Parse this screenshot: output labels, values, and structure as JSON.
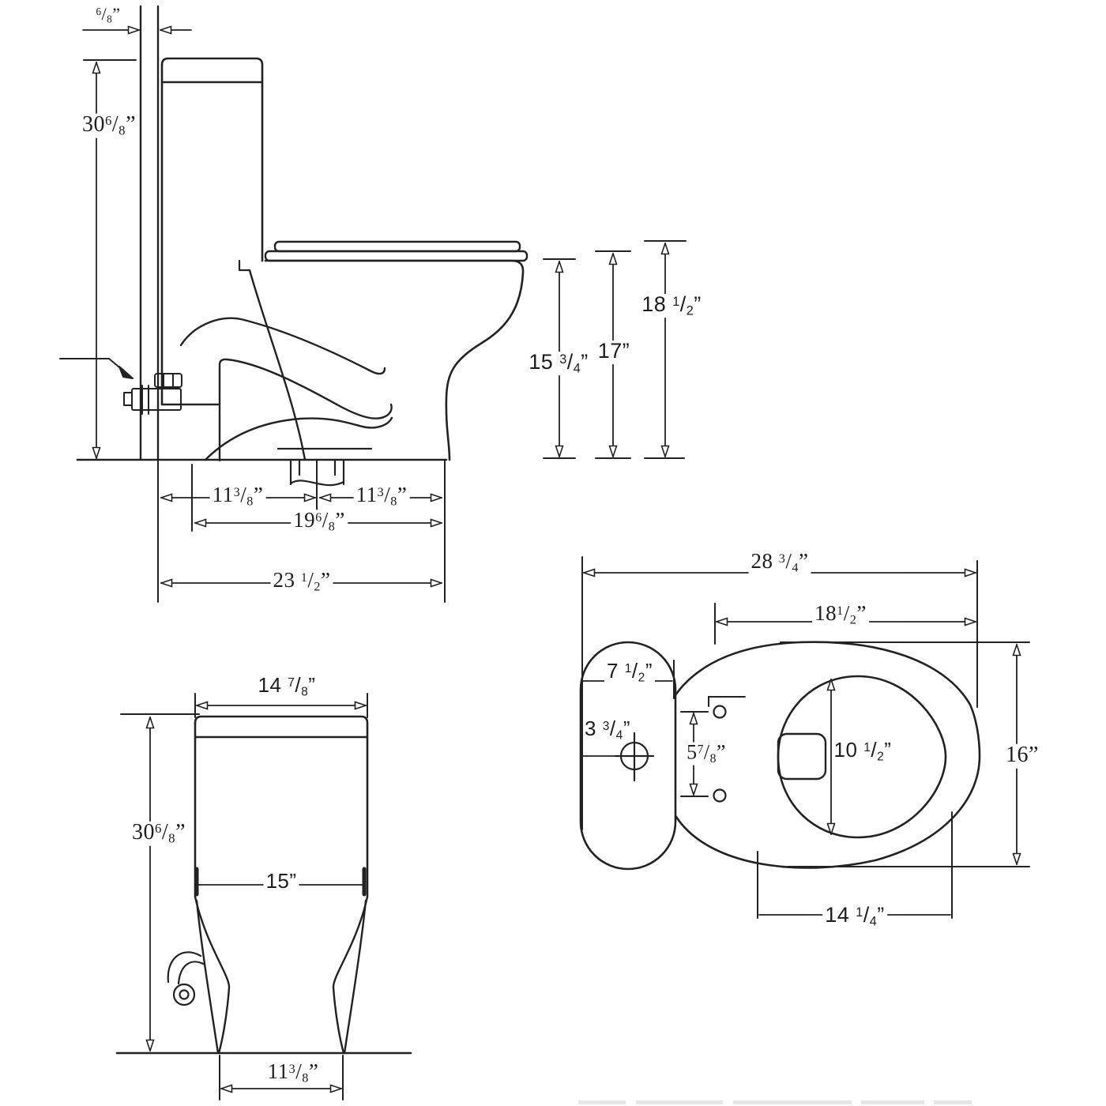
{
  "document": {
    "kind": "toilet dimension drawing",
    "views": [
      "side view",
      "front view",
      "top view"
    ],
    "line_color": "#1d1d1d",
    "background_color": "#ffffff"
  },
  "views": {
    "side_view": {
      "dims": {
        "wall_gap": {
          "pre": "",
          "sup": "6",
          "mid": "/",
          "sub": "8",
          "post": "”"
        },
        "overall_height": {
          "pre": "30",
          "sup": "6",
          "mid": "/",
          "sub": "8",
          "post": "”"
        },
        "bowl_rim_height": {
          "pre": "15 ",
          "sup": "3",
          "mid": "/",
          "sub": "4",
          "post": "”"
        },
        "seat_height": {
          "pre": "17",
          "sup": "",
          "mid": "",
          "sub": "",
          "post": "”"
        },
        "lid_height": {
          "pre": "18 ",
          "sup": "1",
          "mid": "/",
          "sub": "2",
          "post": "”"
        },
        "trap_to_back": {
          "pre": "11",
          "sup": "3",
          "mid": "/",
          "sub": "8",
          "post": "”"
        },
        "trap_to_front": {
          "pre": "11",
          "sup": "3",
          "mid": "/",
          "sub": "8",
          "post": "”"
        },
        "base_depth": {
          "pre": "19",
          "sup": "6",
          "mid": "/",
          "sub": "8",
          "post": "”"
        },
        "overall_depth": {
          "pre": "23 ",
          "sup": "1",
          "mid": "/",
          "sub": "2",
          "post": "”"
        }
      }
    },
    "front_view": {
      "dims": {
        "tank_width": {
          "pre": "14 ",
          "sup": "7",
          "mid": "/",
          "sub": "8",
          "post": "”"
        },
        "overall_height": {
          "pre": "30",
          "sup": "6",
          "mid": "/",
          "sub": "8",
          "post": "”"
        },
        "body_width": {
          "pre": "15",
          "sup": "",
          "mid": "",
          "sub": "",
          "post": "”"
        },
        "foot_width": {
          "pre": "11",
          "sup": "3",
          "mid": "/",
          "sub": "8",
          "post": "”"
        }
      }
    },
    "top_view": {
      "dims": {
        "overall_length": {
          "pre": "28 ",
          "sup": "3",
          "mid": "/",
          "sub": "4",
          "post": "”"
        },
        "seat_to_front": {
          "pre": "18",
          "sup": "1",
          "mid": "/",
          "sub": "2",
          "post": "”"
        },
        "tank_top_depth": {
          "pre": "7 ",
          "sup": "1",
          "mid": "/",
          "sub": "2",
          "post": "”"
        },
        "supply_offset": {
          "pre": "3 ",
          "sup": "3",
          "mid": "/",
          "sub": "4",
          "post": "”"
        },
        "bolt_hole_spacing": {
          "pre": "5",
          "sup": "7",
          "mid": "/",
          "sub": "8",
          "post": "”"
        },
        "opening_width": {
          "pre": "10 ",
          "sup": "1",
          "mid": "/",
          "sub": "2",
          "post": "”"
        },
        "bowl_width": {
          "pre": "16",
          "sup": "",
          "mid": "",
          "sub": "",
          "post": "”"
        },
        "opening_length": {
          "pre": "14 ",
          "sup": "1",
          "mid": "/",
          "sub": "4",
          "post": "”"
        }
      }
    }
  }
}
